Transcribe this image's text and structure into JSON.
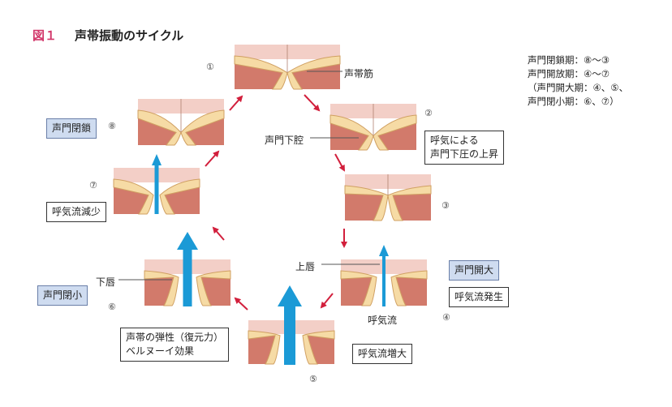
{
  "title": {
    "fig": "図１",
    "main": "声帯振動のサイクル"
  },
  "legend": {
    "lines": [
      "声門閉鎖期：⑧～③",
      "声門開放期：④～⑦",
      "（声門開大期：④、⑤、",
      "声門閉小期：⑥、⑦）"
    ]
  },
  "stages": {
    "s1": "①",
    "s2": "②",
    "s3": "③",
    "s4": "④",
    "s5": "⑤",
    "s6": "⑥",
    "s7": "⑦",
    "s8": "⑧"
  },
  "labels": {
    "vocal_muscle": "声帯筋",
    "subglottic_cavity": "声門下腔",
    "upper_lip": "上唇",
    "lower_lip": "下唇",
    "expiratory_flow": "呼気流"
  },
  "boxes": {
    "glottis_closed": "声門閉鎖",
    "glottis_open_wide": "声門開大",
    "glottis_narrowing": "声門閉小",
    "subglottic_pressure": [
      "呼気による",
      "声門下圧の上昇"
    ],
    "flow_onset": "呼気流発生",
    "flow_increase": "呼気流増大",
    "flow_decrease": "呼気流減少",
    "elasticity": [
      "声帯の弾性（復元力）",
      "ベルヌーイ効果"
    ]
  },
  "colors": {
    "muscle": "#d27a6b",
    "mucosa": "#f6dba5",
    "mucosa_edge": "#d0a062",
    "background_tissue": "#f3cfc7",
    "arrow_cycle": "#d21f3c",
    "arrow_flow": "#1b9ad6",
    "box_highlight": "#cfdcf0",
    "title_accent": "#d2386b"
  }
}
